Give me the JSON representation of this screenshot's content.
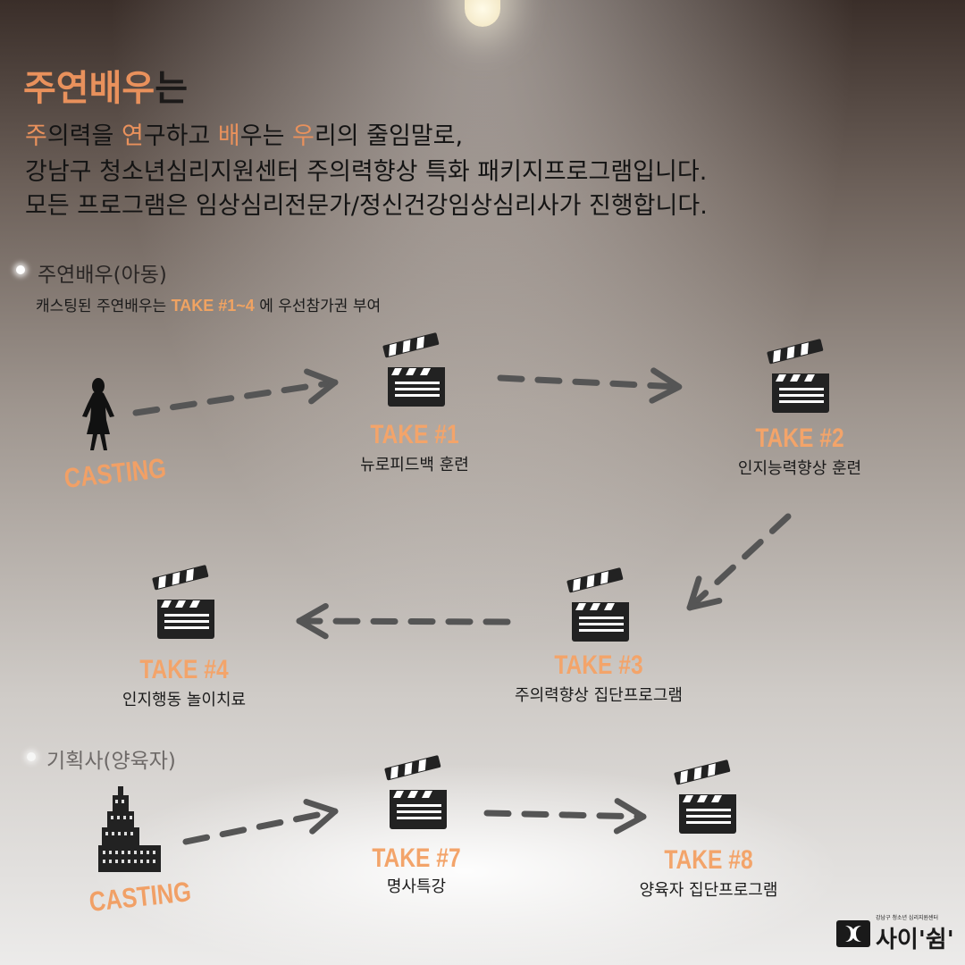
{
  "title": {
    "highlight": "주연배우",
    "rest": "는"
  },
  "intro": {
    "line1": [
      {
        "t": "주",
        "hl": true
      },
      {
        "t": "의력을 ",
        "hl": false
      },
      {
        "t": "연",
        "hl": true
      },
      {
        "t": "구하고 ",
        "hl": false
      },
      {
        "t": "배",
        "hl": true
      },
      {
        "t": "우는 ",
        "hl": false
      },
      {
        "t": "우",
        "hl": true
      },
      {
        "t": "리의 줄임말로,",
        "hl": false
      }
    ],
    "line2": "강남구 청소년심리지원센터 주의력향상 특화 패키지프로그램입니다.",
    "line3": "모든 프로그램은 임상심리전문가/정신건강임상심리사가 진행합니다."
  },
  "section_child": {
    "label": "주연배우(아동)",
    "note_before": "캐스팅된 주연배우는 ",
    "note_highlight": "TAKE #1~4",
    "note_after": " 에 우선참가권 부여"
  },
  "section_parent": {
    "label": "기획사(양육자)"
  },
  "casting_label": "CASTING",
  "takes": {
    "t1": {
      "label": "TAKE #1",
      "desc": "뉴로피드백 훈련"
    },
    "t2": {
      "label": "TAKE #2",
      "desc": "인지능력향상 훈련"
    },
    "t3": {
      "label": "TAKE #3",
      "desc": "주의력향상 집단프로그램"
    },
    "t4": {
      "label": "TAKE #4",
      "desc": "인지행동 놀이치료"
    },
    "t7": {
      "label": "TAKE #7",
      "desc": "명사특강"
    },
    "t8": {
      "label": "TAKE #8",
      "desc": "양육자 집단프로그램"
    }
  },
  "logo": {
    "small_text": "강남구 청소년 심리지원센터",
    "name": "사이'쉼'"
  },
  "icons": {
    "clapperboard": "clapperboard-icon",
    "person": "woman-silhouette-icon",
    "building": "building-icon",
    "arrow": "dashed-arrow-icon"
  },
  "colors": {
    "accent": "#e9915c",
    "take": "#f3a46a",
    "arrow": "#555555"
  }
}
